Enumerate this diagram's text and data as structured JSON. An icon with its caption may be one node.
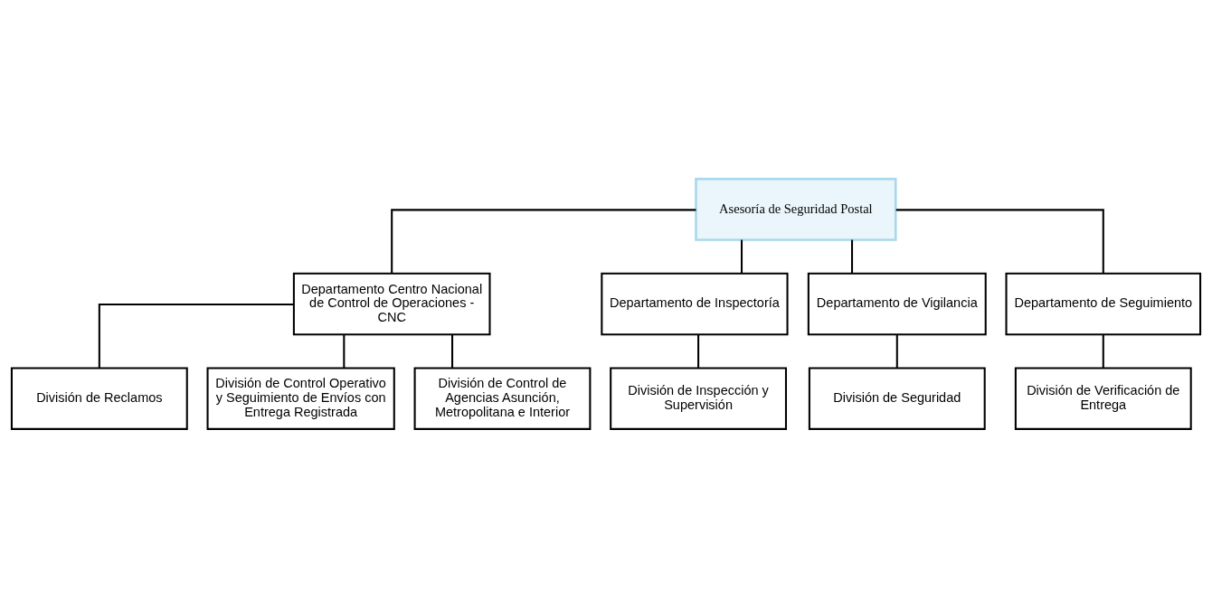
{
  "diagram": {
    "nodes": [
      {
        "text": [
          "Asesoría de Seguridad Postal"
        ]
      },
      {
        "text": [
          "Departamento Centro Nacional de Control de Operaciones - CNC"
        ]
      },
      {
        "text": [
          "Departamento de Inspectoría"
        ]
      },
      {
        "text": [
          "Departamento de Vigilancia"
        ]
      },
      {
        "text": [
          "Departamento de Seguimiento"
        ]
      },
      {
        "text": [
          "División de Reclamos"
        ]
      },
      {
        "text": [
          "División de Control Operativo y Seguimiento de Envíos con Entrega Registrada"
        ]
      },
      {
        "text": [
          "División de Control de Agencias Asunción, Metropolitana e Interior"
        ]
      },
      {
        "text": [
          "División de Inspección y Supervisión"
        ]
      },
      {
        "text": [
          "División de Seguridad"
        ]
      },
      {
        "text": [
          "División de Verificación de Entrega"
        ]
      }
    ],
    "edges": [
      {
        "from": 0,
        "to": 1,
        "arrow": "none"
      },
      {
        "from": 0,
        "to": 2,
        "arrow": "none"
      },
      {
        "from": 0,
        "to": 3,
        "arrow": "none"
      },
      {
        "from": 0,
        "to": 4,
        "arrow": "none"
      },
      {
        "from": 1,
        "to": 5,
        "arrow": "none"
      },
      {
        "from": 1,
        "to": 6,
        "arrow": "none"
      },
      {
        "from": 1,
        "to": 7,
        "arrow": "none"
      },
      {
        "from": 2,
        "to": 8,
        "arrow": "none"
      },
      {
        "from": 3,
        "to": 9,
        "arrow": "none"
      },
      {
        "from": 4,
        "to": 10,
        "arrow": "none"
      }
    ]
  }
}
